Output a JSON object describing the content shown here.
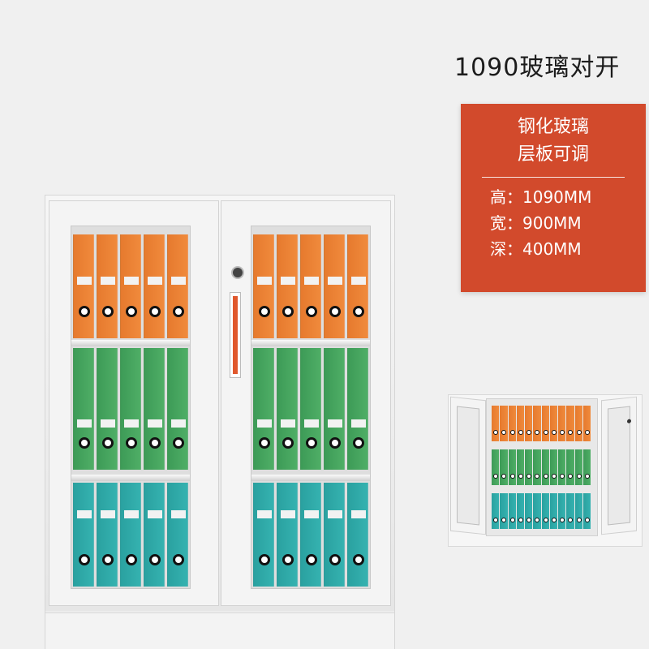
{
  "product": {
    "title": "1090玻璃对开",
    "colors": {
      "card_background": "#d24a2c",
      "handle_accent": "#e0582d",
      "binder_orange": "#e67a2e",
      "binder_green": "#3d9b57",
      "binder_teal": "#2aa1a0"
    }
  },
  "spec_card": {
    "feature_1": "钢化玻璃",
    "feature_2": "层板可调",
    "dimensions": [
      {
        "label": "高：",
        "value": "1090MM"
      },
      {
        "label": "宽：",
        "value": "900MM"
      },
      {
        "label": "深：",
        "value": "400MM"
      }
    ]
  },
  "images": {
    "main": "glass-door-file-cabinet-closed",
    "thumbnail": "glass-door-file-cabinet-open",
    "binder_rows": [
      "orange",
      "green",
      "teal"
    ]
  }
}
